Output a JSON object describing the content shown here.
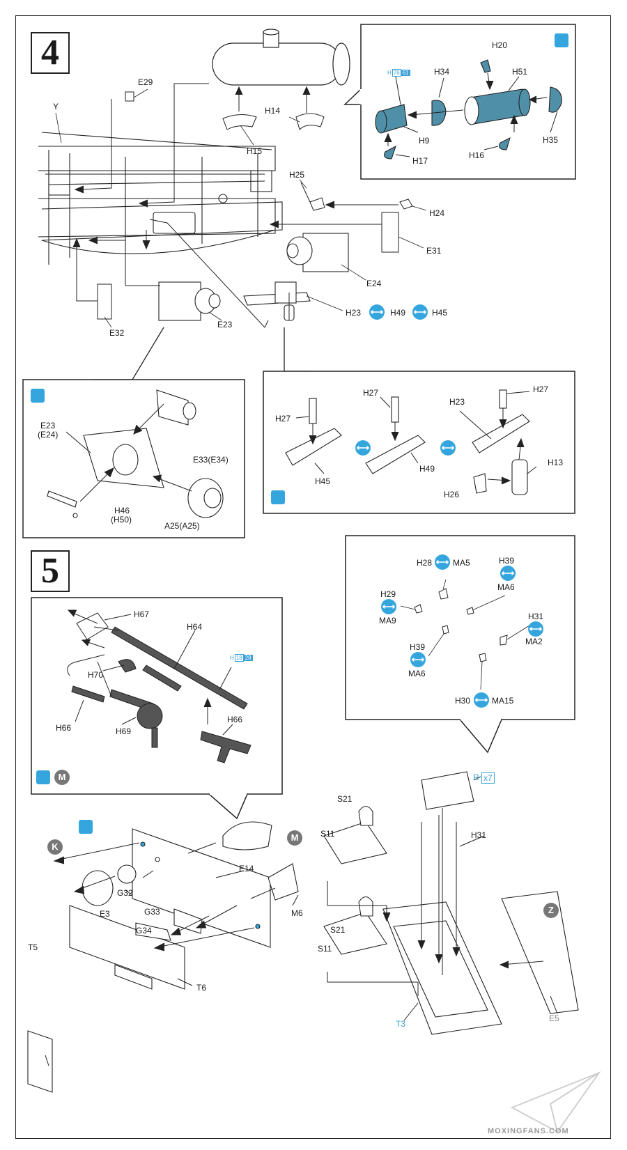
{
  "steps": {
    "step4": "4",
    "step5": "5"
  },
  "labels4": {
    "Y": "Y",
    "E29": "E29",
    "H15": "H15",
    "H14": "H14",
    "H25": "H25",
    "H24": "H24",
    "E31": "E31",
    "E24": "E24",
    "E23": "E23",
    "E32": "E32",
    "H23": "H23",
    "H49": "H49",
    "H45": "H45"
  },
  "inset_top": {
    "H20": "H20",
    "H34": "H34",
    "H51": "H51",
    "H9": "H9",
    "H35": "H35",
    "H16": "H16",
    "H17": "H17",
    "tag_letter": "H",
    "tag_a": "76",
    "tag_b": "61"
  },
  "inset_left": {
    "E23": "E23",
    "E24p": "(E24)",
    "E33": "E33(E34)",
    "H46": "H46",
    "H50p": "(H50)",
    "A25": "A25(A25)"
  },
  "inset_right": {
    "H27a": "H27",
    "H27b": "H27",
    "H27c": "H27",
    "H23": "H23",
    "H13": "H13",
    "H45": "H45",
    "H49": "H49",
    "H26": "H26"
  },
  "inset_small": {
    "H28": "H28",
    "MA5": "MA5",
    "H39a": "H39",
    "MA6a": "MA6",
    "H29": "H29",
    "MA9": "MA9",
    "H31": "H31",
    "MA2": "MA2",
    "H39b": "H39",
    "MA6b": "MA6",
    "H30": "H30",
    "MA15": "MA15"
  },
  "inset_mg": {
    "H67": "H67",
    "H64": "H64",
    "H70": "H70",
    "H66a": "H66",
    "H66b": "H66",
    "H69": "H69",
    "tag_letter": "H",
    "tag_a": "18",
    "tag_b": "28",
    "M": "M"
  },
  "labels5": {
    "K": "K",
    "M": "M",
    "E14": "E14",
    "E3": "E3",
    "G32": "G32",
    "G33": "G33",
    "G34": "G34",
    "M6": "M6",
    "T5": "T5",
    "T6": "T6",
    "S21a": "S21",
    "S11a": "S11",
    "S21b": "S21",
    "S11b": "S11",
    "R": "R",
    "x7": "x7",
    "H31": "H31",
    "Z": "Z",
    "T3": "T3",
    "E5": "E5"
  },
  "watermark": "MOXINGFANS.COM",
  "colors": {
    "accent": "#35a6dd",
    "part_blue": "#4f8fa8",
    "ink": "#222222",
    "marker": "#777777"
  }
}
